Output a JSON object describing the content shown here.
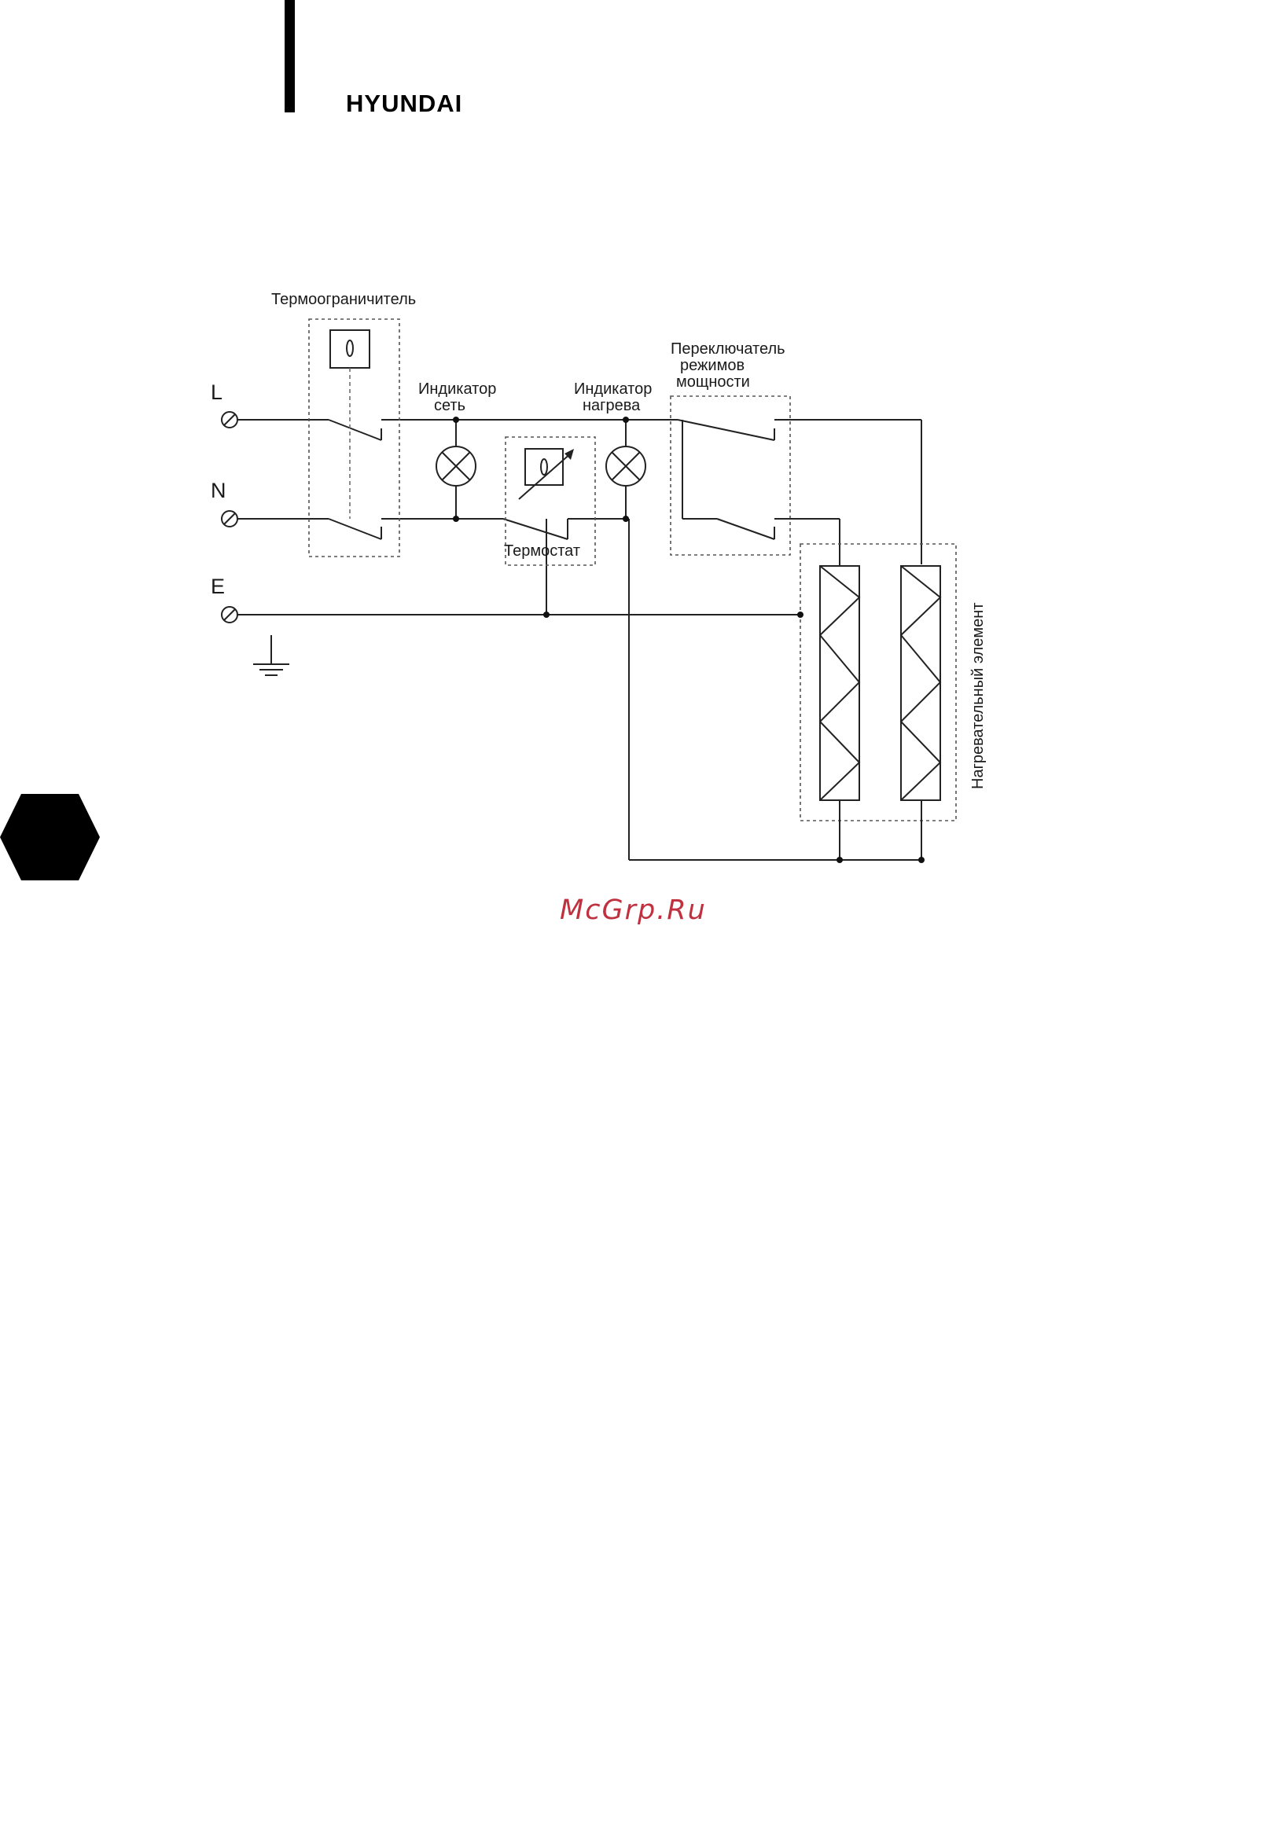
{
  "header": {
    "brand": "HYUNDAI"
  },
  "diagram": {
    "terminals": {
      "line": "L",
      "neutral": "N",
      "earth": "E"
    },
    "components": {
      "thermal_limiter": "Термоограничитель",
      "power_indicator": [
        "Индикатор",
        "сеть"
      ],
      "heating_indicator": [
        "Индикатор",
        "нагрева"
      ],
      "thermostat": "Термостат",
      "power_mode_switch": [
        "Переключатель",
        "режимов",
        "мощности"
      ],
      "heating_element": "Нагревательный элемент"
    }
  },
  "footer": {
    "watermark": "McGrp.Ru"
  },
  "colors": {
    "wire": "#222222",
    "watermark": "#c0313f",
    "brand": "#000000"
  }
}
